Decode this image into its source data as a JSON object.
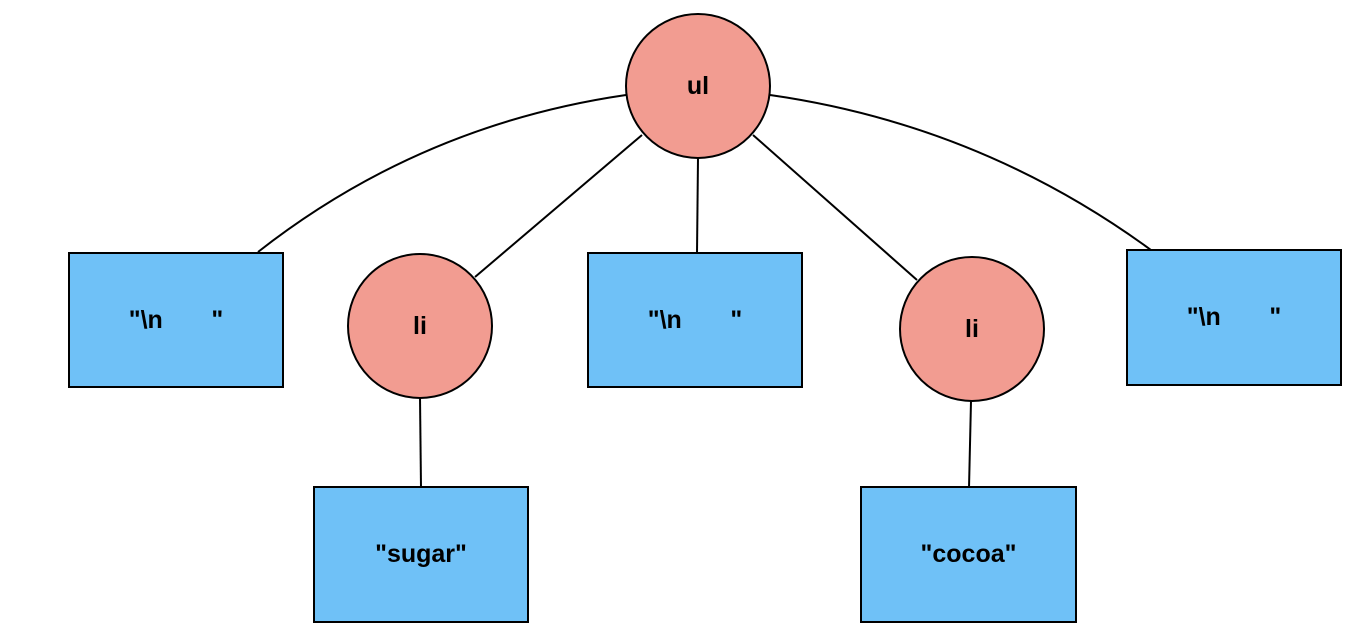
{
  "colors": {
    "element_node": "#f29c91",
    "text_node": "#6fc1f7",
    "stroke": "#000000"
  },
  "nodes": {
    "ul": {
      "label": "ul"
    },
    "text1": {
      "label": "\"\\n       \""
    },
    "li1": {
      "label": "li"
    },
    "text2": {
      "label": "\"\\n       \""
    },
    "li2": {
      "label": "li"
    },
    "text3": {
      "label": "\"\\n       \""
    },
    "sugar": {
      "label": "\"sugar\""
    },
    "cocoa": {
      "label": "\"cocoa\""
    }
  }
}
